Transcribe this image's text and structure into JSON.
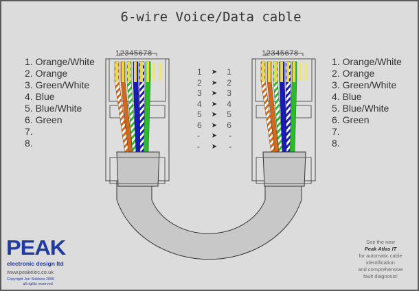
{
  "title": "6-wire Voice/Data cable",
  "pin_numbers": "12345678",
  "left_list": [
    "1. Orange/White",
    "2. Orange",
    "3. Green/White",
    "4. Blue",
    "5. Blue/White",
    "6. Green",
    "7.",
    "8."
  ],
  "right_list": [
    "1. Orange/White",
    "2. Orange",
    "3. Green/White",
    "4. Blue",
    "5. Blue/White",
    "6. Green",
    "7.",
    "8."
  ],
  "pin_map": [
    {
      "from": "1",
      "to": "1"
    },
    {
      "from": "2",
      "to": "2"
    },
    {
      "from": "3",
      "to": "3"
    },
    {
      "from": "4",
      "to": "4"
    },
    {
      "from": "5",
      "to": "5"
    },
    {
      "from": "6",
      "to": "6"
    },
    {
      "from": "-",
      "to": "-"
    },
    {
      "from": "-",
      "to": "-"
    }
  ],
  "arrow_glyph": "➤",
  "wire_colors": {
    "orange": "#d2691e",
    "green": "#2db82d",
    "blue": "#1a1ab8",
    "white": "#ffffff",
    "contact": "#e8d84a",
    "cable": "#c8c8c8"
  },
  "logo": {
    "brand": "PEAK",
    "subtitle": "electronic design ltd",
    "url": "www.peakelec.co.uk",
    "copyright": "Copyright Jon Siddons 2006",
    "rights": "all rights reserved"
  },
  "promo": {
    "line1": "See the new",
    "product": "Peak Atlas IT",
    "line3": "for automatic cable",
    "line4": "identification",
    "line5": "and comprehensive",
    "line6": "fault diagnosis!"
  }
}
